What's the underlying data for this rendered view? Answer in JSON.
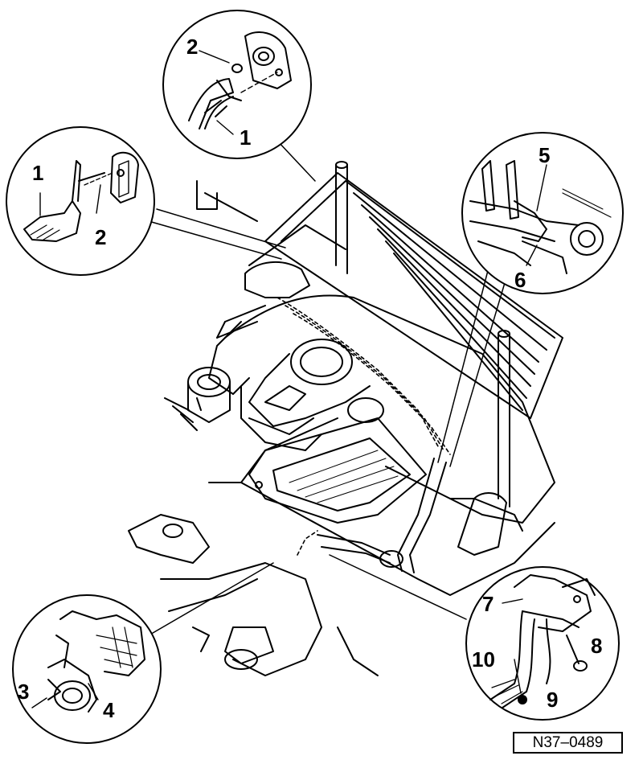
{
  "figure": {
    "reference_code": "N37–0489"
  },
  "callouts": {
    "top_detail": [
      "2",
      "1"
    ],
    "upper_left_detail": [
      "1",
      "2"
    ],
    "upper_right_detail": [
      "5",
      "6"
    ],
    "lower_left_detail": [
      "3",
      "4"
    ],
    "lower_right_detail": [
      "7",
      "8",
      "10",
      "9"
    ]
  },
  "style": {
    "line_color": "#000000",
    "background": "#ffffff"
  }
}
